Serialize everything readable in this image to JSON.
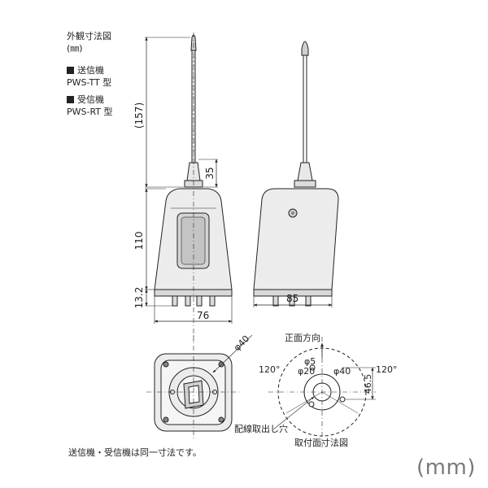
{
  "header": {
    "title": "外観寸法図",
    "unit": "(㎜)",
    "transmitter_label": "送信機",
    "transmitter_model": "PWS-TT 型",
    "receiver_label": "受信機",
    "receiver_model": "PWS-RT 型"
  },
  "dimensions": {
    "antenna_height": "(157)",
    "antenna_base": "35",
    "body_height": "110",
    "bottom_height": "13.2",
    "front_width": "76",
    "side_width": "85",
    "bottom_phi": "φ40"
  },
  "mounting": {
    "front_direction": "正面方向",
    "angle_left": "120°",
    "angle_right": "120°",
    "hole_phi5": "φ5",
    "hole_phi20": "φ20",
    "hole_phi40": "φ40",
    "pitch": "46.5",
    "wire_exit": "配線取出し穴",
    "mount_title": "取付面寸法図"
  },
  "footer": {
    "note": "送信機・受信機は同一寸法です。",
    "unit_badge": "(mm)"
  }
}
